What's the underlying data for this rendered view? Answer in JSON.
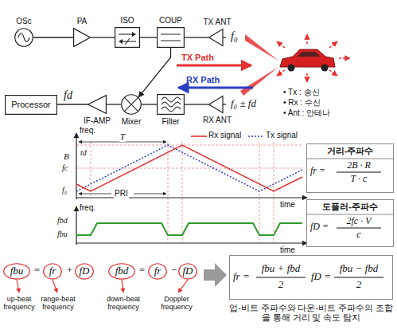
{
  "diagram": {
    "nodes": [
      {
        "text": [
          "OSc"
        ]
      },
      {
        "text": [
          "PA"
        ]
      },
      {
        "text": [
          "ISO"
        ]
      },
      {
        "text": [
          "COUP"
        ]
      },
      {
        "text": [
          "TX ANT"
        ]
      },
      {
        "text": [
          "Processor"
        ]
      },
      {
        "text": [
          "IF-AMP"
        ]
      },
      {
        "text": [
          "Mixer"
        ]
      },
      {
        "text": [
          "Filter"
        ]
      },
      {
        "text": [
          "RX ANT"
        ]
      },
      {
        "text": [
          "거리-주파수",
          "fr =",
          "2B · R",
          "T · c"
        ]
      },
      {
        "text": [
          "도플러-주파수",
          "fD =",
          "2fc · V",
          "c"
        ]
      },
      {
        "text": [
          "fbu"
        ]
      },
      {
        "text": [
          "fr"
        ]
      },
      {
        "text": [
          "fD"
        ]
      },
      {
        "text": [
          "fbd"
        ]
      },
      {
        "text": [
          "fr"
        ]
      },
      {
        "text": [
          "fD"
        ]
      },
      {
        "text": [
          "fr =",
          "fbu + fbd",
          "2",
          "fD =",
          "fbu − fbd",
          "2"
        ]
      }
    ],
    "edges": [
      {
        "from": 0,
        "to": 1,
        "arrow": "none"
      },
      {
        "from": 1,
        "to": 2,
        "arrow": "none"
      },
      {
        "from": 2,
        "to": 3,
        "arrow": "none"
      },
      {
        "from": 3,
        "to": 4,
        "arrow": "none"
      },
      {
        "from": 3,
        "to": 7,
        "arrow": "to"
      },
      {
        "from": 9,
        "to": 8,
        "arrow": "none"
      },
      {
        "from": 8,
        "to": 7,
        "arrow": "none"
      },
      {
        "from": 7,
        "to": 6,
        "arrow": "none"
      },
      {
        "from": 6,
        "to": 5,
        "arrow": "none"
      }
    ],
    "labels": [
      "f₀",
      "TX Path",
      "RX Path",
      "fd",
      "f₀ ± fd",
      "• Tx : 송신",
      "• Rx : 수신",
      "• Ant : 안테나",
      "freq.",
      "time",
      "T",
      "B",
      "td",
      "fc",
      "f₀",
      "PRI",
      "freq.",
      "time",
      "fbd",
      "fbu",
      "=",
      "+",
      "=",
      "−",
      "up-beat frequency",
      "range-beat frequency",
      "down-beat frequency",
      "Doppler frequency",
      "업-비트 주파수와 다운-비트 주파수의 조합을 통해 거리 및 속도 탐지"
    ],
    "legend": [
      {
        "text": "Rx signal"
      },
      {
        "text": "Tx signal"
      }
    ]
  }
}
